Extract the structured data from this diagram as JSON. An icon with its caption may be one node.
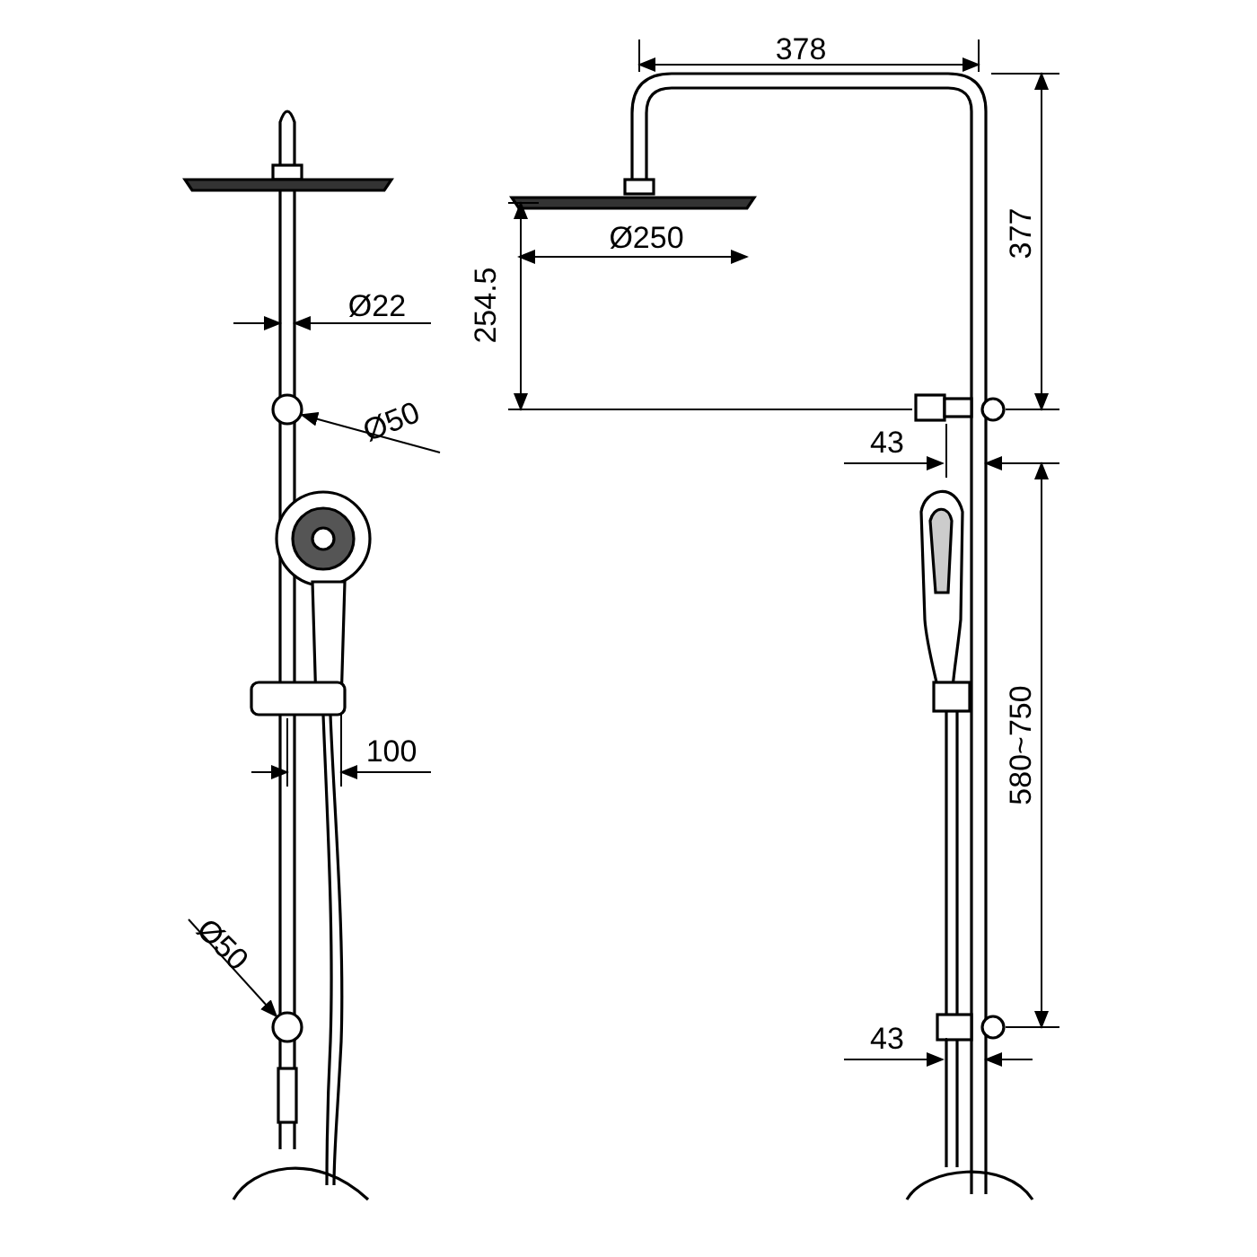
{
  "diagram": {
    "labels": [
      "378",
      "Ø250",
      "254.5",
      "377",
      "Ø22",
      "Ø50",
      "43",
      "580~750",
      "100",
      "Ø50",
      "43"
    ]
  }
}
